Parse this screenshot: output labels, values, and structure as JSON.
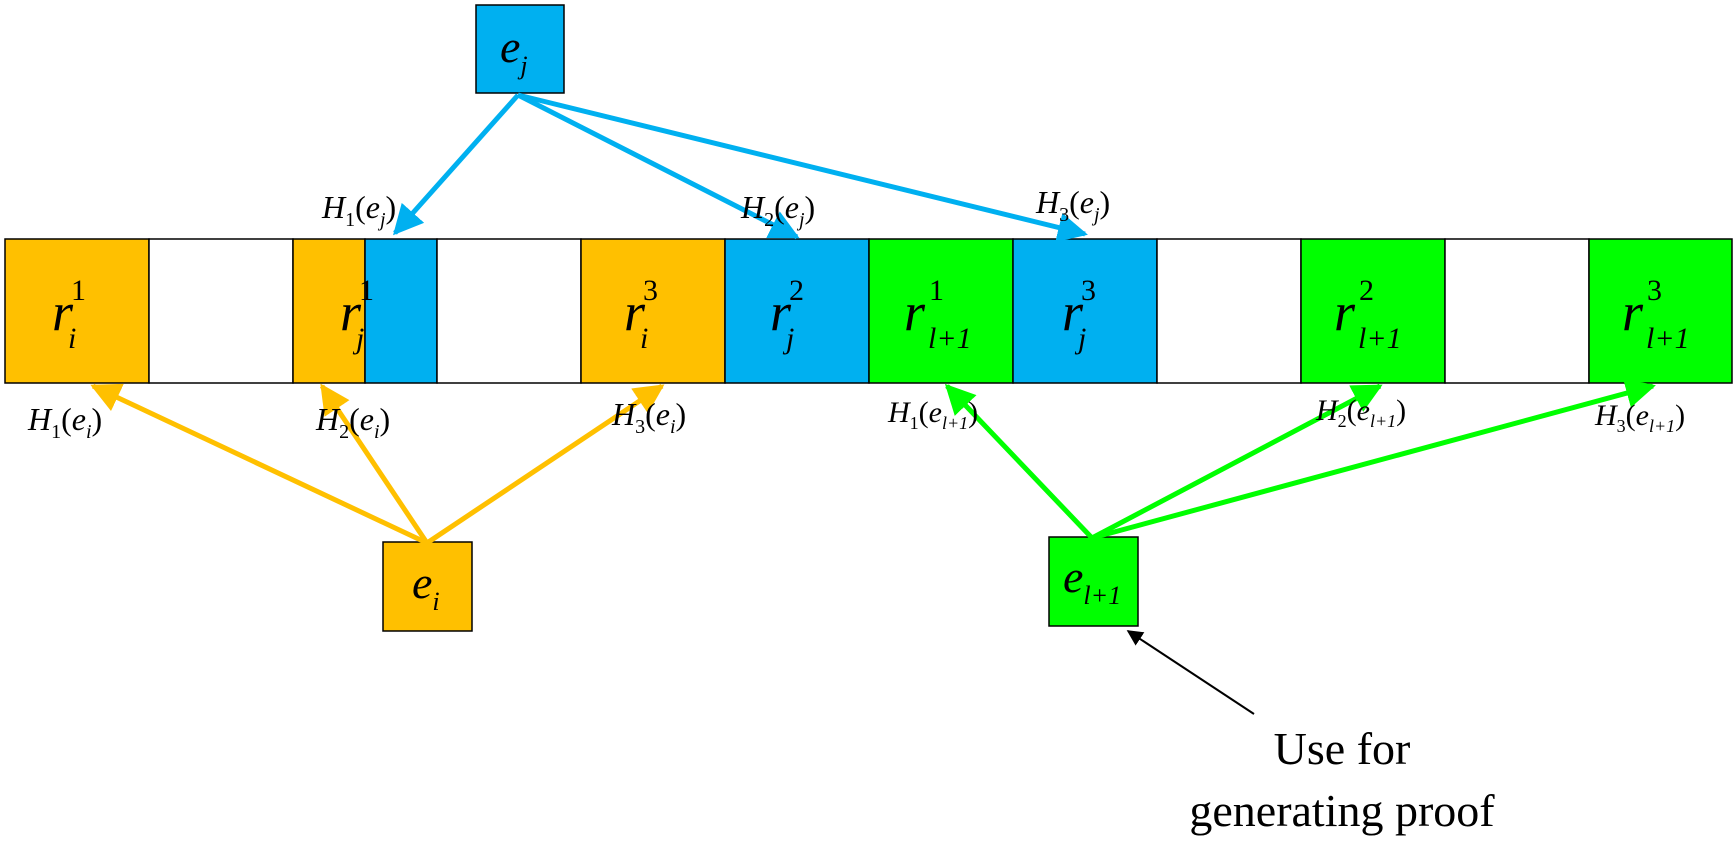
{
  "colors": {
    "orange": "#FFC000",
    "blue": "#00B0F0",
    "green": "#00FF00",
    "empty": "#FFFFFF",
    "stroke": "#000000",
    "annotation": "#000000"
  },
  "elements": {
    "ej": {
      "base": "e",
      "sub": "j"
    },
    "ei": {
      "base": "e",
      "sub": "i"
    },
    "el1": {
      "base": "e",
      "sub": "l+1"
    }
  },
  "cells": [
    {
      "fill": "orange",
      "label": {
        "base": "r",
        "sup": "1",
        "sub": "i"
      }
    },
    {
      "fill": "empty"
    },
    {
      "fill": "split",
      "label": {
        "base": "r",
        "sup": "1",
        "sub": "j"
      }
    },
    {
      "fill": "empty"
    },
    {
      "fill": "orange",
      "label": {
        "base": "r",
        "sup": "3",
        "sub": "i"
      }
    },
    {
      "fill": "blue",
      "label": {
        "base": "r",
        "sup": "2",
        "sub": "j"
      }
    },
    {
      "fill": "green",
      "label": {
        "base": "r",
        "sup": "1",
        "sub": "l+1"
      }
    },
    {
      "fill": "blue",
      "label": {
        "base": "r",
        "sup": "3",
        "sub": "j"
      }
    },
    {
      "fill": "empty"
    },
    {
      "fill": "green",
      "label": {
        "base": "r",
        "sup": "2",
        "sub": "l+1"
      }
    },
    {
      "fill": "empty"
    },
    {
      "fill": "green",
      "label": {
        "base": "r",
        "sup": "3",
        "sub": "l+1"
      }
    }
  ],
  "hash_labels": {
    "h1_ej": {
      "fn": "H",
      "fnsub": "1",
      "arg": "e",
      "argsub": "j"
    },
    "h2_ej": {
      "fn": "H",
      "fnsub": "2",
      "arg": "e",
      "argsub": "j"
    },
    "h3_ej": {
      "fn": "H",
      "fnsub": "3",
      "arg": "e",
      "argsub": "j"
    },
    "h1_ei": {
      "fn": "H",
      "fnsub": "1",
      "arg": "e",
      "argsub": "i"
    },
    "h2_ei": {
      "fn": "H",
      "fnsub": "2",
      "arg": "e",
      "argsub": "i"
    },
    "h3_ei": {
      "fn": "H",
      "fnsub": "3",
      "arg": "e",
      "argsub": "i"
    },
    "h1_el1": {
      "fn": "H",
      "fnsub": "1",
      "arg": "e",
      "argsub": "l+1"
    },
    "h2_el1": {
      "fn": "H",
      "fnsub": "2",
      "arg": "e",
      "argsub": "l+1"
    },
    "h3_el1": {
      "fn": "H",
      "fnsub": "3",
      "arg": "e",
      "argsub": "l+1"
    }
  },
  "annotation": {
    "line1": "Use for",
    "line2": "generating proof"
  }
}
